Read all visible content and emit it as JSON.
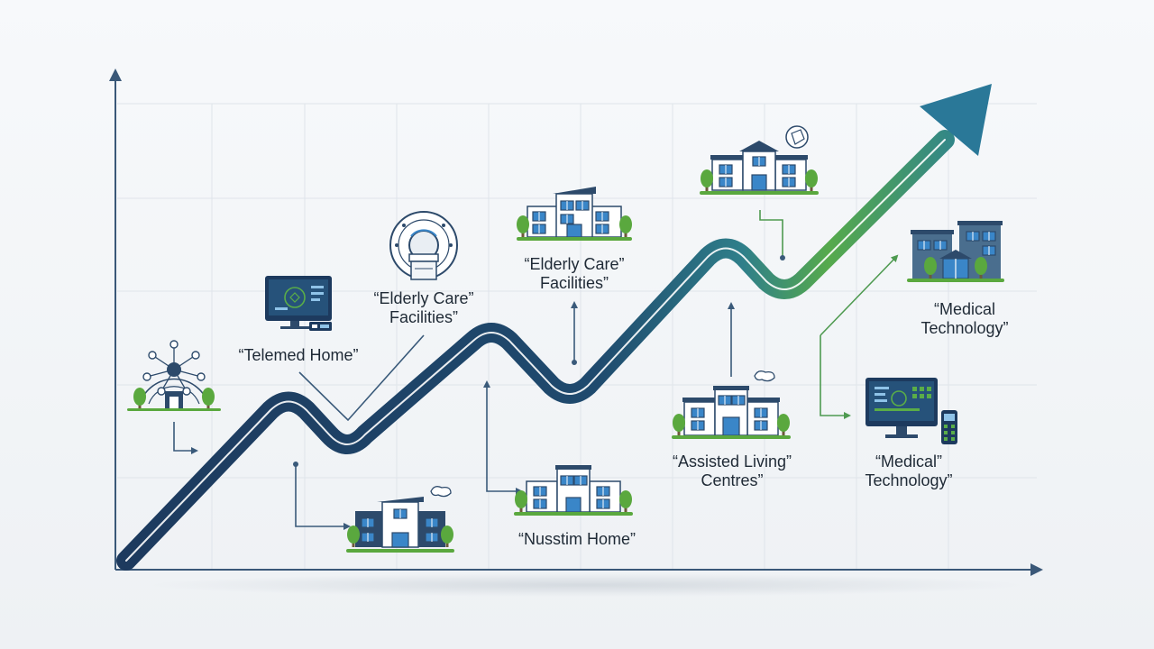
{
  "labels": {
    "telemed_home": "“Telemed Home”",
    "elderly_care_1": "“Elderly Care”\nFacilities”",
    "elderly_care_2": "“Elderly Care”\nFacilities”",
    "nusstim_home": "“Nusstim Home”",
    "assisted_living": "“Assisted Living”\nCentres”",
    "medical_technology_1": "“Medical\nTechnology”",
    "medical_technology_2": "“Medical”\nTechnology”"
  },
  "colors": {
    "background": "#f3f5f7",
    "axis": "#3a5878",
    "grid": "#dfe4ea",
    "trend_navy": "#1d3a5e",
    "trend_green": "#5aad48",
    "arrow_head": "#2a7898",
    "icon_navy": "#2d4a6b",
    "icon_blue": "#3a86c8",
    "tree_green": "#5aa83e",
    "connector_navy": "#3a5a7a",
    "connector_green": "#4e9a50"
  },
  "icons": [
    "network-home-icon",
    "telemed-monitor-icon",
    "mri-scanner-icon",
    "building-icon",
    "building-icon",
    "nursing-home-icon",
    "assisted-living-building-icon",
    "medical-technology-building-icon",
    "medical-monitor-icon"
  ]
}
